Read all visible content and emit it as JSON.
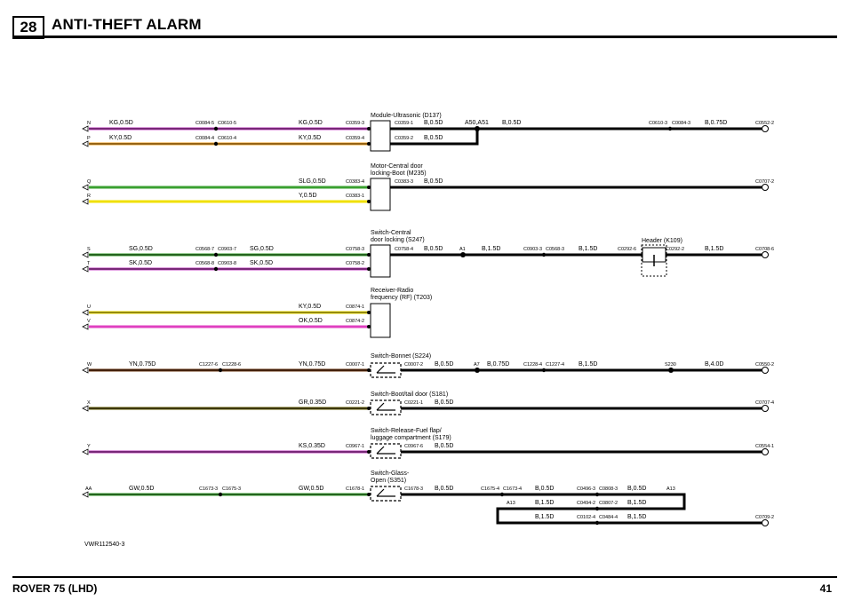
{
  "header": {
    "page_number": "28",
    "title": "ANTI-THEFT ALARM"
  },
  "footer": {
    "model": "ROVER 75 (LHD)",
    "page": "41"
  },
  "diagram_ref": "VWR112540-3",
  "colors": {
    "pink": "#c040c0",
    "orange": "#f0a020",
    "green": "#3aa030",
    "yellow": "#f0e000",
    "brown": "#6a3410",
    "olive": "#605800",
    "black": "#000000"
  },
  "rows": {
    "n": {
      "letter": "N",
      "wire": "KG,0.5D",
      "conn_a": "C0084-5",
      "conn_b": "C0610-5",
      "wire2": "KG,0.5D",
      "pin": "C0359-3"
    },
    "p": {
      "letter": "P",
      "wire": "KY,0.5D",
      "conn_a": "C0084-4",
      "conn_b": "C0610-4",
      "wire2": "KY,0.5D",
      "pin": "C0359-4"
    },
    "q": {
      "letter": "Q",
      "wire2": "SLG,0.5D",
      "pin": "C0383-4"
    },
    "r": {
      "letter": "R",
      "wire2": "Y,0.5D",
      "pin": "C0383-1"
    },
    "s": {
      "letter": "S",
      "wire": "SG,0.5D",
      "conn_a": "C0568-7",
      "conn_b": "C0903-7",
      "wire2": "SG,0.5D",
      "pin": "C0758-3"
    },
    "t": {
      "letter": "T",
      "wire": "SK,0.5D",
      "conn_a": "C0568-8",
      "conn_b": "C0903-8",
      "wire2": "SK,0.5D",
      "pin": "C0758-2"
    },
    "u": {
      "letter": "U",
      "wire2": "KY,0.5D",
      "pin": "C0874-1"
    },
    "v": {
      "letter": "V",
      "wire2": "OK,0.5D",
      "pin": "C0874-2"
    },
    "w": {
      "letter": "W",
      "wire": "YN,0.75D",
      "conn_a": "C1227-6",
      "conn_b": "C1228-6",
      "wire2": "YN,0.75D",
      "pin": "C0007-1"
    },
    "x": {
      "letter": "X",
      "wire2": "GR,0.35D",
      "pin": "C0221-2"
    },
    "y": {
      "letter": "Y",
      "wire2": "KS,0.35D",
      "pin": "C0967-1"
    },
    "aa": {
      "letter": "AA",
      "wire": "GW,0.5D",
      "conn_a": "C1673-3",
      "conn_b": "C1675-3",
      "wire2": "GW,0.5D",
      "pin": "C1678-1"
    }
  },
  "components": {
    "d137": {
      "label1": "Module-Ultrasonic (D137)"
    },
    "m235": {
      "label1": "Motor-Central door",
      "label2": "locking-Boot (M235)"
    },
    "s247": {
      "label1": "Switch-Central",
      "label2": "door locking (S247)"
    },
    "t203": {
      "label1": "Receiver-Radio",
      "label2": "frequency (RF) (T203)"
    },
    "s224": {
      "label1": "Switch-Bonnet (S224)"
    },
    "s181": {
      "label1": "Switch-Boot/tail door (S181)"
    },
    "s179": {
      "label1": "Switch-Release-Fuel flap/",
      "label2": "luggage compartment (S179)"
    },
    "s351": {
      "label1": "Switch-Glass-",
      "label2": "Open (S351)"
    },
    "k109": {
      "label1": "Header (K109)"
    }
  },
  "right": {
    "d137_out1": {
      "pin": "C0359-1",
      "wire": "B,0.5D",
      "splice": "A50,A51",
      "wire2": "B,0.5D",
      "conn_a": "C0610-3",
      "conn_b": "C0084-3",
      "wire3": "B,0.75D",
      "ground": "C0552-2"
    },
    "d137_out2": {
      "pin": "C0359-2",
      "wire": "B,0.5D"
    },
    "m235_out": {
      "pin": "C0383-3",
      "wire": "B,0.5D",
      "ground": "C0707-2"
    },
    "s247_out": {
      "pin": "C0758-4",
      "wire": "B,0.5D",
      "splice": "A1",
      "wire2": "B,1.5D",
      "conn_a": "C0903-3",
      "conn_b": "C0568-3",
      "wire3": "B,1.5D",
      "hdr_a": "C0292-6",
      "hdr_b": "C0292-2",
      "wire4": "B,1.5D",
      "ground": "C0708-6"
    },
    "s224_out": {
      "pin": "C0007-2",
      "wire": "B,0.5D",
      "splice": "A7",
      "wire2": "B,0.75D",
      "conn_a": "C1228-4",
      "conn_b": "C1227-4",
      "wire3": "B,1.5D",
      "splice2": "S230",
      "wire4": "B,4.0D",
      "ground": "C0550-2"
    },
    "s181_out": {
      "pin": "C0221-1",
      "wire": "B,0.5D",
      "ground": "C0707-4"
    },
    "s179_out": {
      "pin": "C0967-6",
      "wire": "B,0.5D",
      "ground": "C0554-1"
    },
    "s351_out": {
      "pin": "C1678-3",
      "wire": "B,0.5D",
      "conn_a": "C1675-4",
      "conn_b": "C1673-4",
      "wire2": "B,0.5D",
      "conn_c": "C0496-3",
      "conn_d": "C0808-3",
      "wire3": "B,0.5D",
      "splice": "A13",
      "splice_b": "A13",
      "wire4": "B,1.5D",
      "conn_e": "C0494-2",
      "conn_f": "C0807-2",
      "wire5": "B,1.5D",
      "wire6": "B,1.5D",
      "conn_g": "C0102-4",
      "conn_h": "C0484-4",
      "wire7": "B,1.5D",
      "ground": "C0709-2"
    }
  }
}
